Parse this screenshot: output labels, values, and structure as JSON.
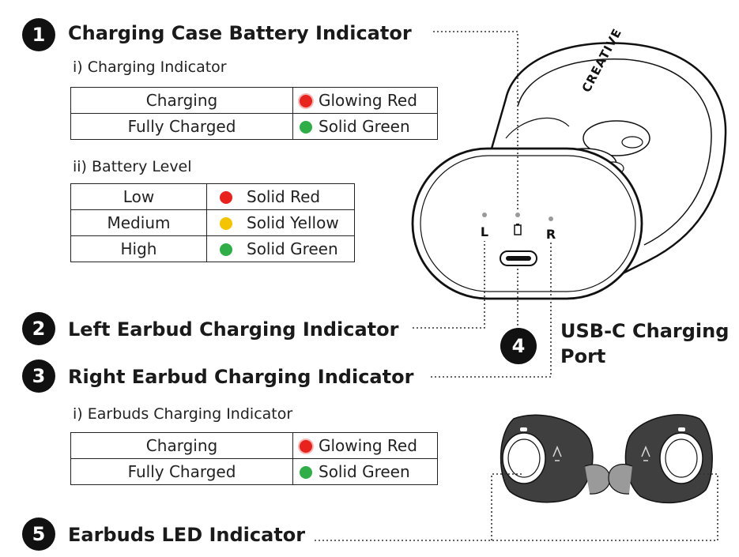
{
  "sections": {
    "s1": {
      "num": "1",
      "title": "Charging Case Battery Indicator"
    },
    "s2": {
      "num": "2",
      "title": "Left Earbud Charging Indicator"
    },
    "s3": {
      "num": "3",
      "title": "Right Earbud Charging Indicator"
    },
    "s4": {
      "num": "4",
      "title_line1": "USB-C Charging",
      "title_line2": "Port"
    },
    "s5": {
      "num": "5",
      "title": "Earbuds LED Indicator"
    }
  },
  "case_charging": {
    "heading": "i) Charging Indicator",
    "rows": [
      {
        "state": "Charging",
        "led": "Glowing Red",
        "color": "#e8231e",
        "glow": true
      },
      {
        "state": "Fully Charged",
        "led": "Solid Green",
        "color": "#2fae48",
        "glow": false
      }
    ]
  },
  "case_battery": {
    "heading": "ii) Battery Level",
    "rows": [
      {
        "state": "Low",
        "led": "Solid Red",
        "color": "#e8231e"
      },
      {
        "state": "Medium",
        "led": "Solid Yellow",
        "color": "#f5c400"
      },
      {
        "state": "High",
        "led": "Solid Green",
        "color": "#2fae48"
      }
    ]
  },
  "earbuds_charging": {
    "heading": "i) Earbuds Charging Indicator",
    "rows": [
      {
        "state": "Charging",
        "led": "Glowing Red",
        "color": "#e8231e",
        "glow": true
      },
      {
        "state": "Fully Charged",
        "led": "Solid Green",
        "color": "#2fae48",
        "glow": false
      }
    ]
  },
  "case_labels": {
    "left": "L",
    "right": "R"
  },
  "brand": "CREATIVE"
}
